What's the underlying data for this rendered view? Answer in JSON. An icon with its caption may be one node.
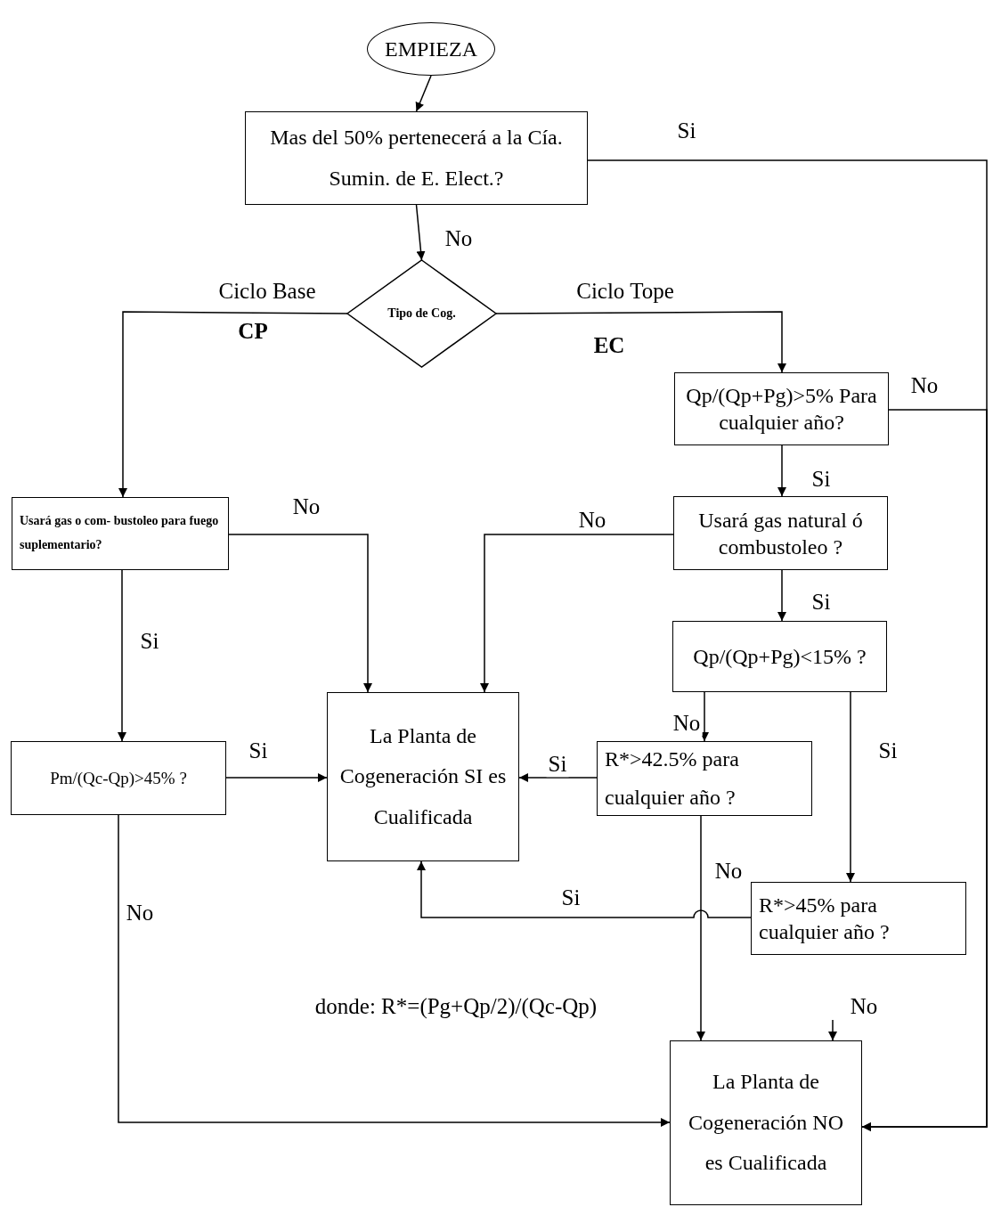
{
  "diagram": {
    "nodes": [
      {
        "text": [
          "EMPIEZA"
        ]
      },
      {
        "text": [
          "Mas del 50% pertenecerá a la Cía. Sumin. de E. Elect.?"
        ]
      },
      {
        "text": [
          "Tipo de Cog."
        ]
      },
      {
        "text": [
          "Qp/(Qp+Pg)>5% Para cualquier año?"
        ]
      },
      {
        "text": [
          "Usará gas o com- bustoleo para fuego suplementario?"
        ]
      },
      {
        "text": [
          "Usará gas natural ó combustoleo ?"
        ]
      },
      {
        "text": [
          "Qp/(Qp+Pg)<15% ?"
        ]
      },
      {
        "text": [
          "La Planta de Cogeneración SI es Cualificada"
        ]
      },
      {
        "text": [
          "Pm/(Qc-Qp)>45% ?"
        ]
      },
      {
        "text": [
          "R*>42.5% para cualquier año ?"
        ]
      },
      {
        "text": [
          "R*>45% para cualquier año ?"
        ]
      },
      {
        "text": [
          "La Planta de Cogeneración NO es Cualificada"
        ]
      }
    ],
    "edges": [
      {
        "from": 0,
        "to": 1,
        "arrow": "to"
      },
      {
        "from": 1,
        "to": 2,
        "arrow": "to",
        "label": "No"
      },
      {
        "from": 2,
        "to": 4,
        "arrow": "to",
        "label": "Ciclo Base"
      },
      {
        "from": 2,
        "to": 3,
        "arrow": "to",
        "label": "Ciclo Tope"
      },
      {
        "from": 1,
        "to": 11,
        "arrow": "to",
        "label": "Si"
      },
      {
        "from": 3,
        "to": 11,
        "arrow": "to",
        "label": "No"
      },
      {
        "from": 3,
        "to": 5,
        "arrow": "to",
        "label": "Si"
      },
      {
        "from": 5,
        "to": 7,
        "arrow": "to",
        "label": "No"
      },
      {
        "from": 5,
        "to": 6,
        "arrow": "to",
        "label": "Si"
      },
      {
        "from": 6,
        "to": 9,
        "arrow": "to",
        "label": "No"
      },
      {
        "from": 6,
        "to": 10,
        "arrow": "to",
        "label": "Si"
      },
      {
        "from": 4,
        "to": 7,
        "arrow": "to",
        "label": "No"
      },
      {
        "from": 4,
        "to": 8,
        "arrow": "to",
        "label": "Si"
      },
      {
        "from": 8,
        "to": 7,
        "arrow": "to",
        "label": "Si"
      },
      {
        "from": 9,
        "to": 7,
        "arrow": "to",
        "label": "Si"
      },
      {
        "from": 8,
        "to": 11,
        "arrow": "to",
        "label": "No"
      },
      {
        "from": 9,
        "to": 11,
        "arrow": "to",
        "label": "No"
      },
      {
        "from": 10,
        "to": 7,
        "arrow": "to",
        "label": "Si"
      },
      {
        "from": null,
        "to": 11,
        "arrow": "to",
        "label": "No"
      }
    ],
    "labels": [
      "CP",
      "EC",
      "donde: R*=(Pg+Qp/2)/(Qc-Qp)"
    ]
  }
}
